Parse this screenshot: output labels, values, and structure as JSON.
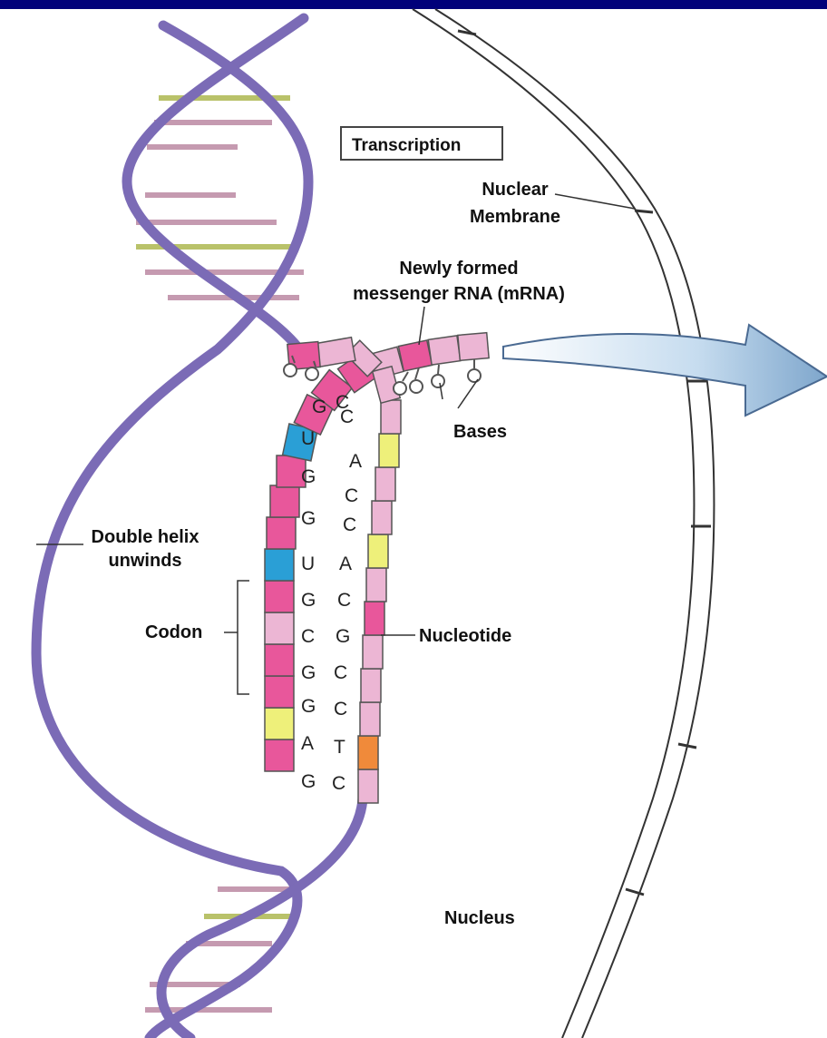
{
  "labels": {
    "transcription": "Transcription",
    "nuclear_membrane_line1": "Nuclear",
    "nuclear_membrane_line2": "Membrane",
    "mrna_line1": "Newly formed",
    "mrna_line2": "messenger RNA (mRNA)",
    "bases": "Bases",
    "double_helix_line1": "Double helix",
    "double_helix_line2": "unwinds",
    "codon": "Codon",
    "nucleotide": "Nucleotide",
    "nucleus": "Nucleus"
  },
  "rna_strand_bases": [
    "G",
    "U",
    "G",
    "G",
    "U",
    "G",
    "C",
    "G",
    "G",
    "A",
    "G"
  ],
  "dna_strand_bases": [
    "C",
    "C",
    "A",
    "C",
    "C",
    "A",
    "C",
    "G",
    "C",
    "C",
    "T",
    "C"
  ],
  "colors": {
    "background_frame": "#00007a",
    "helix": "#7b6bb6",
    "rna_pink": "#e8579b",
    "dna_light_pink": "#ecb6d4",
    "uracil_blue": "#2a9fd6",
    "adenine_yellow": "#eef07a",
    "thymine_orange": "#f08a3a",
    "arrow": "#8fb6d8"
  }
}
